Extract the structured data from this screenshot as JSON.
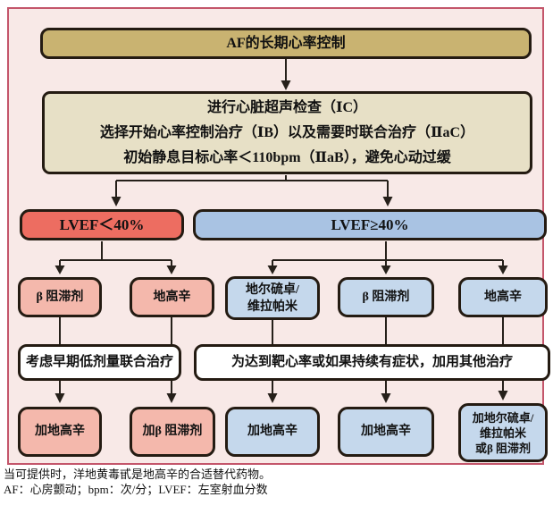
{
  "colors": {
    "page_bg": "#ffffff",
    "panel_bg": "#f8e9e7",
    "panel_border": "#c4566b",
    "box_border": "#241b12",
    "line": "#26201a",
    "title_bg": "#c9b371",
    "info_bg": "#e7e0c6",
    "lvef_low_bg": "#ed6d61",
    "lvef_high_bg": "#a9c3e3",
    "pink_bg": "#f4b8ac",
    "blue_bg": "#c5d8ec",
    "white_bg": "#ffffff",
    "text": "#111111"
  },
  "flowchart": {
    "title": "AF的长期心率控制",
    "assessment": {
      "line1": "进行心脏超声检查（ⅠC）",
      "line2": "选择开始心率控制治疗（ⅠB）以及需要时联合治疗（ⅡaC）",
      "line3": "初始静息目标心率＜110bpm（ⅡaB），避免心动过缓"
    },
    "low_branch": {
      "label": "LVEF＜40%",
      "drug1": "β 阻滞剂",
      "drug2": "地高辛",
      "combo": "考虑早期低剂量联合治疗",
      "add1": "加地高辛",
      "add2": "加β 阻滞剂"
    },
    "high_branch": {
      "label": "LVEF≥40%",
      "drug1_line1": "地尔硫卓/",
      "drug1_line2": "维拉帕米",
      "drug2": "β 阻滞剂",
      "drug3": "地高辛",
      "combo": "为达到靶心率或如果持续有症状，加用其他治疗",
      "add1": "加地高辛",
      "add2": "加地高辛",
      "add3_line1": "加地尔硫卓/",
      "add3_line2": "维拉帕米",
      "add3_line3": "或β 阻滞剂"
    },
    "footnote_line1": "当可提供时，洋地黄毒甙是地高辛的合适替代药物。",
    "footnote_line2": "AF：心房颤动；bpm：次/分；LVEF：左室射血分数"
  }
}
